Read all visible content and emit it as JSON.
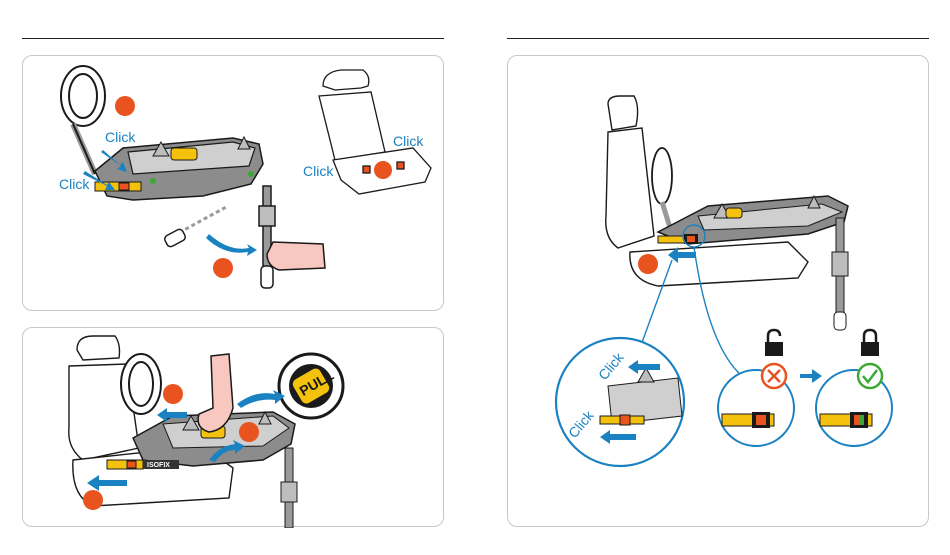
{
  "colors": {
    "step_dot": "#e8531f",
    "arrow_blue": "#1b82c2",
    "latch_yellow": "#f4c20d",
    "indicator_green": "#3aaa35",
    "indicator_red": "#e8531f",
    "outline": "#1a1a1a",
    "base_gray": "#8c8c8c",
    "skin": "#f8c7c0"
  },
  "panel1": {
    "click_left": "Click",
    "click_mid": "Click",
    "click_seat_left": "Click",
    "click_seat_right": "Click"
  },
  "panel2": {
    "button_label": "PULL",
    "brand_label": "ISOFIX"
  },
  "panel3": {
    "click_top": "Click",
    "click_bottom": "Click",
    "unlocked_icon": "lock-open-icon",
    "locked_icon": "lock-closed-icon",
    "wrong_icon": "cross-circle-icon",
    "right_icon": "check-circle-icon"
  }
}
